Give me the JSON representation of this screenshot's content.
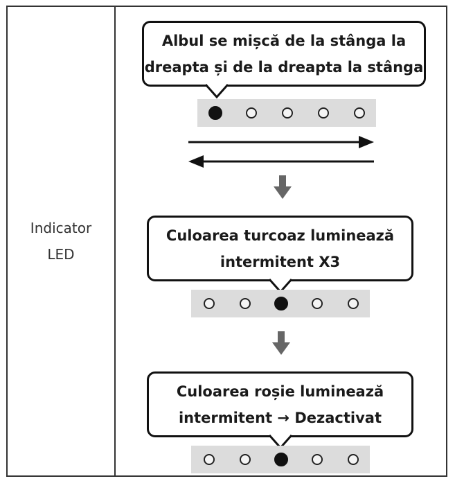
{
  "row_label": [
    "Indicator",
    "LED"
  ],
  "steps": [
    {
      "lines": [
        "Albul se mișcă de la stânga la",
        "dreapta și de la dreapta la stânga"
      ],
      "leds": [
        1,
        0,
        0,
        0,
        0
      ]
    },
    {
      "lines": [
        "Culoarea turcoaz luminează",
        "intermitent X3"
      ],
      "leds": [
        0,
        0,
        1,
        0,
        0
      ]
    },
    {
      "lines": [
        "Culoarea roșie luminează",
        "intermitent → Dezactivat"
      ],
      "leds": [
        0,
        0,
        1,
        0,
        0
      ]
    }
  ],
  "icons": {
    "bidirectional": "left-right-arrows-icon",
    "next": "down-arrow-icon"
  }
}
